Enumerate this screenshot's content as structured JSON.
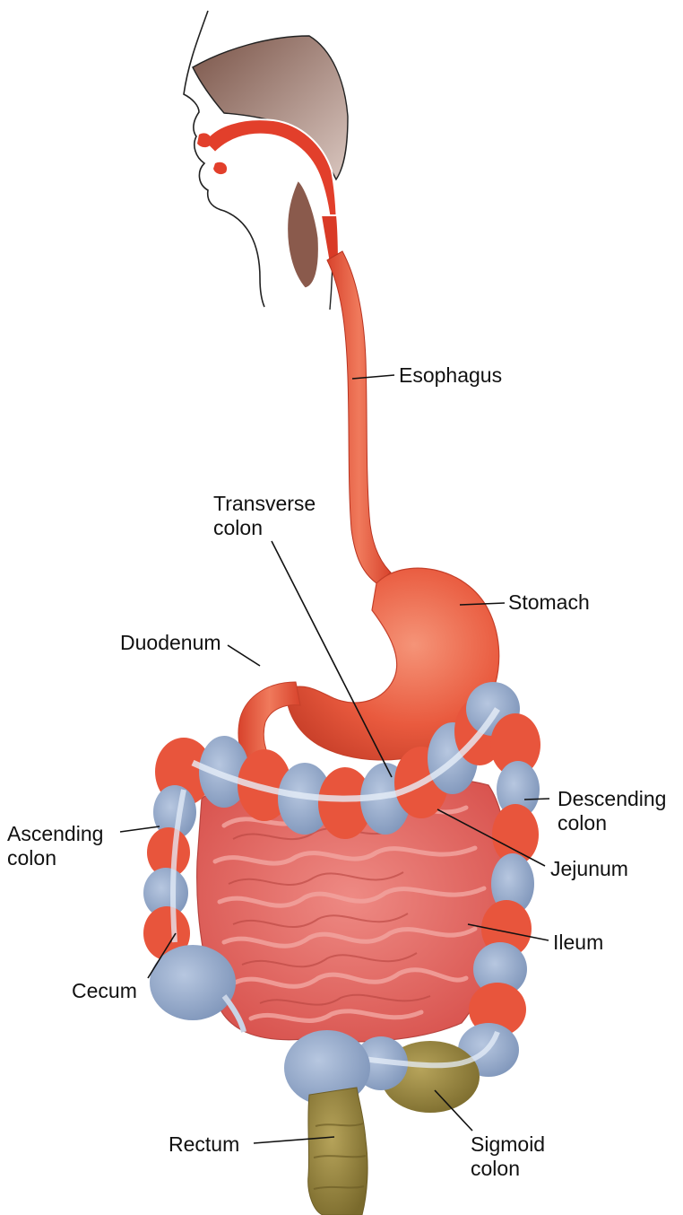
{
  "labels": {
    "esophagus": "Esophagus",
    "transverse_colon": [
      "Transverse",
      "colon"
    ],
    "stomach": "Stomach",
    "duodenum": "Duodenum",
    "descending_colon": [
      "Descending",
      "colon"
    ],
    "ascending_colon": [
      "Ascending",
      "colon"
    ],
    "jejunum": "Jejunum",
    "ileum": "Ileum",
    "cecum": "Cecum",
    "rectum": "Rectum",
    "sigmoid_colon": [
      "Sigmoid",
      "colon"
    ]
  },
  "colors": {
    "tract_red": "#e8553c",
    "small_intestine": "#e0645e",
    "colon_blue": "#8fa6c8",
    "colon_red": "#e8553c",
    "head_brown": "#9c7b70",
    "rectum_olive": "#8a7a3a",
    "leader_line": "#111111"
  }
}
